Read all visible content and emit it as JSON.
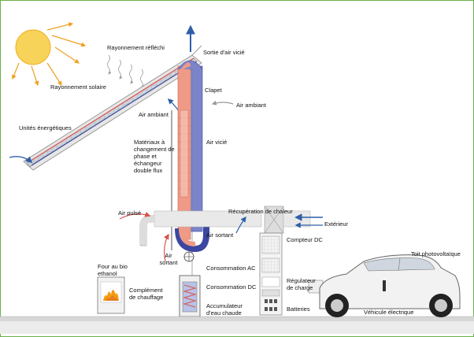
{
  "labels": {
    "rayonnement_reflechi": "Rayonnement réfléchi",
    "rayonnement_solaire": "Rayonnement solaire",
    "unites_energetiques": "Unités énergétiques",
    "sortie_air_vicie": "Sortie d'air vicié",
    "clapet": "Clapet",
    "air_ambiant_right": "Air ambiant",
    "air_ambiant_left": "Air ambiant",
    "air_vicie": "Air vicié",
    "materiaux": "Matériaux à changement de phase et échangeur double flux",
    "recuperation_chaleur": "Récupération de chaleur",
    "exterieur": "Extérieur",
    "air_pulse": "Air pulsé",
    "air_sortant_right": "Air sortant",
    "air_sortant_left": "Air sortant",
    "compteur_dc": "Compteur DC",
    "four": "Four au bio ethanol",
    "complement": "Complément de chauffage",
    "consommation_ac": "Consommation AC",
    "consommation_dc": "Consommation DC",
    "accumulateur": "Accumulateur d'eau chaude",
    "regulateur": "Régulateur de charge",
    "batteries": "Batteries",
    "toit_pv": "Toit photovoltaïque",
    "vehicule": "Véhicule électrique"
  },
  "colors": {
    "warm_air": "#e58a6e",
    "cold_air": "#5b66b8",
    "sun": "#f4c430",
    "frame": "#6ab04c"
  }
}
